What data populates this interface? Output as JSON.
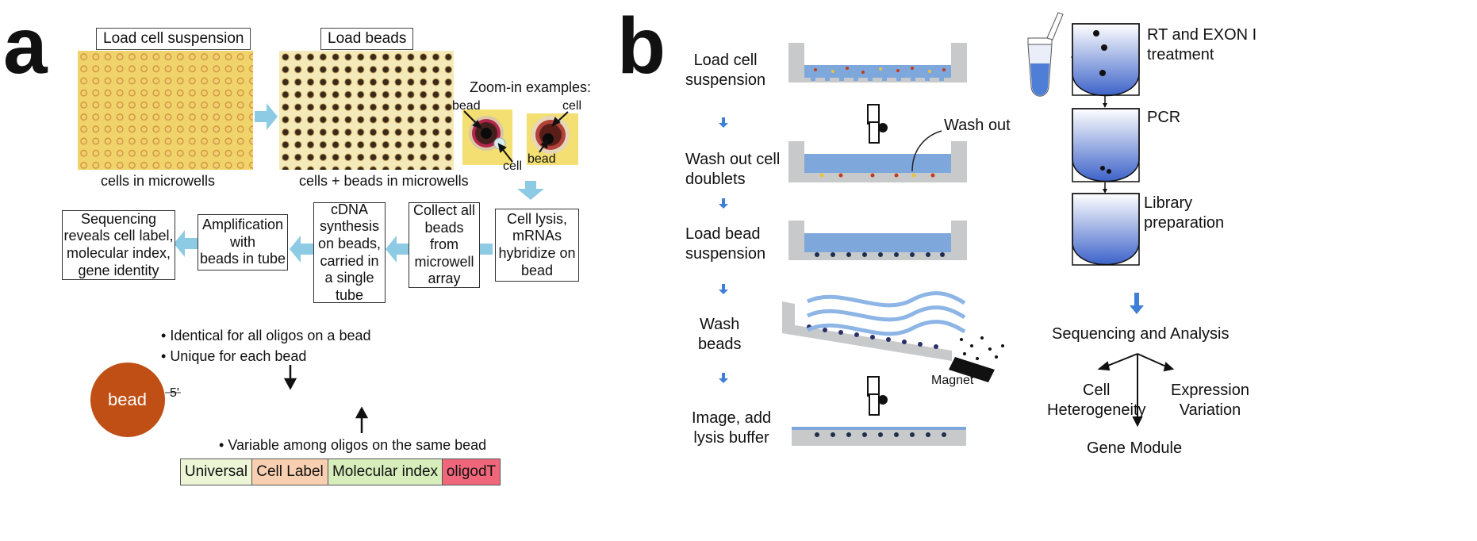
{
  "panel_a": {
    "letter": "a",
    "load_cells_label": "Load cell suspension",
    "load_beads_label": "Load beads",
    "cells_caption": "cells in microwells",
    "beads_caption": "cells + beads in microwells",
    "zoom_title": "Zoom-in examples:",
    "zoom1": {
      "bead": "bead",
      "cell": "cell"
    },
    "zoom2": {
      "cell": "cell",
      "bead": "bead"
    },
    "steps": {
      "lysis": "Cell lysis,\nmRNAs\nhybridize on\nbead",
      "collect": "Collect all\nbeads\nfrom\nmicrowell\narray",
      "cdna": "cDNA\nsynthesis\non beads,\ncarried in\na single\ntube",
      "amplification": "Amplification\nwith\nbeads in tube",
      "sequencing": "Sequencing\nreveals cell label,\nmolecular index,\ngene identity"
    },
    "bullets": [
      "Identical for all oligos on a bead",
      "Unique for each bead",
      "Variable among oligos on the same bead"
    ],
    "bead_label": "bead",
    "five_prime": "5'",
    "segments": [
      {
        "label": "Universal",
        "color": "#ecf6d6"
      },
      {
        "label": "Cell Label",
        "color": "#f8cfb0"
      },
      {
        "label": "Molecular index",
        "color": "#d7eebc"
      },
      {
        "label": "oligodT",
        "color": "#f0677b"
      }
    ],
    "colors": {
      "arrow": "#8ccbe3",
      "plate": "#efd56e",
      "bead": "#bf4f14"
    }
  },
  "panel_b": {
    "letter": "b",
    "steps": [
      "Load   cell\nsuspension",
      "Wash out cell\ndoublets",
      "Load bead\nsuspension",
      "Wash\nbeads",
      "Image, add\nlysis buffer"
    ],
    "wash_out": "Wash out",
    "magnet": "Magnet",
    "tube_steps": [
      "RT and EXON I\ntreatment",
      "PCR",
      "Library\npreparation"
    ],
    "analysis": "Sequencing and Analysis",
    "outcomes": {
      "cell_heterogeneity": "Cell\nHeterogeneity",
      "expression_variation": "Expression\nVariation",
      "gene_module": "Gene Module"
    },
    "colors": {
      "chamber": "#c8c9cb",
      "liquid": "#7ea8dc",
      "arrow": "#3f7fd6"
    }
  }
}
